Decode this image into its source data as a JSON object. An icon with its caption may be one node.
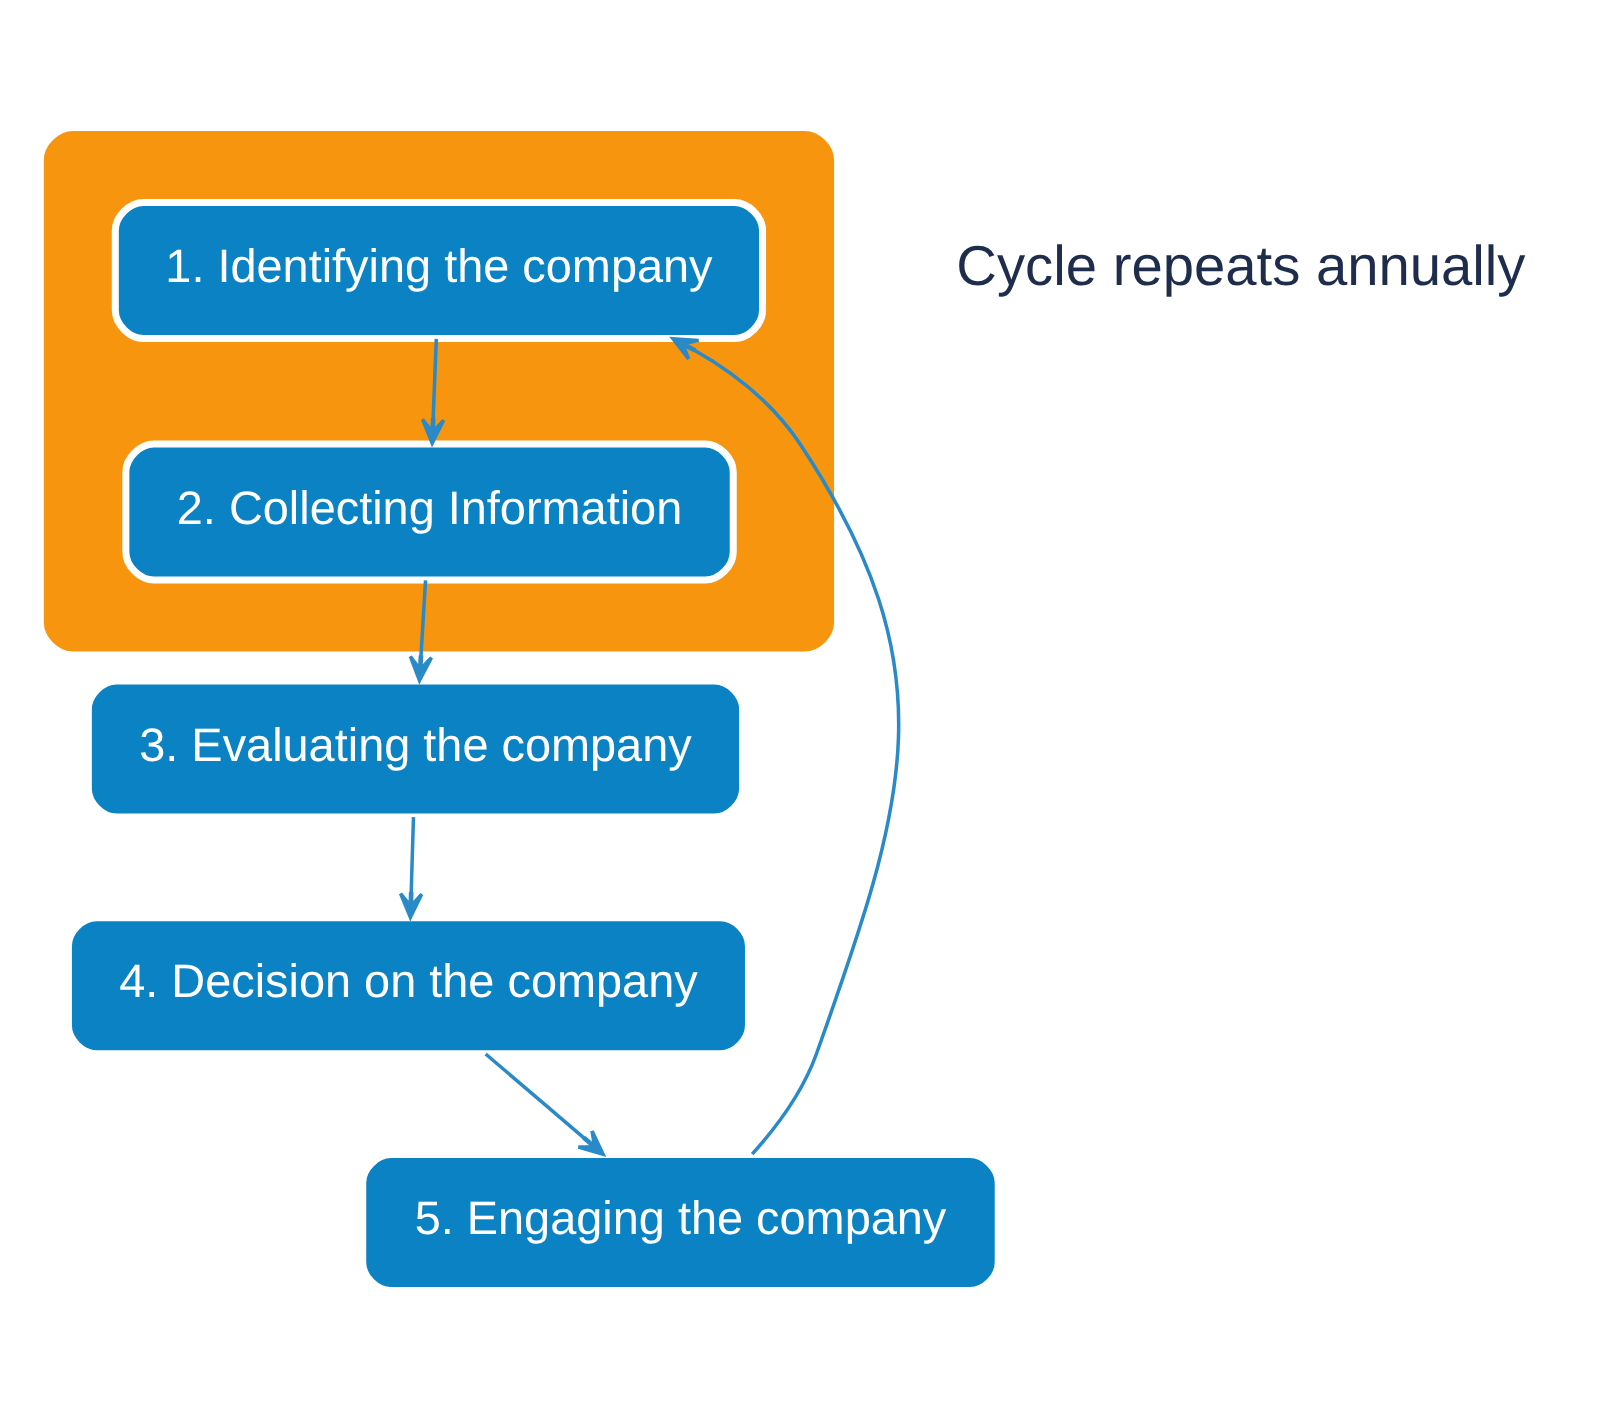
{
  "diagram": {
    "nodes": [
      {
        "text": [],
        "shape": "ellipse"
      },
      {
        "text": [
          "1. Identifying the company"
        ],
        "in": 0
      },
      {
        "text": [
          "2. Collecting Information"
        ],
        "in": 0
      },
      {
        "text": [
          "3. Evaluating the company"
        ]
      },
      {
        "text": [
          "4. Decision on the company"
        ]
      },
      {
        "text": [
          "5. Engaging the company"
        ]
      }
    ],
    "edges": [
      {
        "from": 1,
        "to": 2,
        "arrow": "to"
      },
      {
        "from": 2,
        "to": 3,
        "arrow": "to"
      },
      {
        "from": 3,
        "to": 4,
        "arrow": "to"
      },
      {
        "from": 4,
        "to": 5,
        "arrow": "to"
      },
      {
        "from": 5,
        "to": 1,
        "arrow": "to"
      }
    ],
    "labels": [
      "Cycle repeats annually"
    ]
  }
}
